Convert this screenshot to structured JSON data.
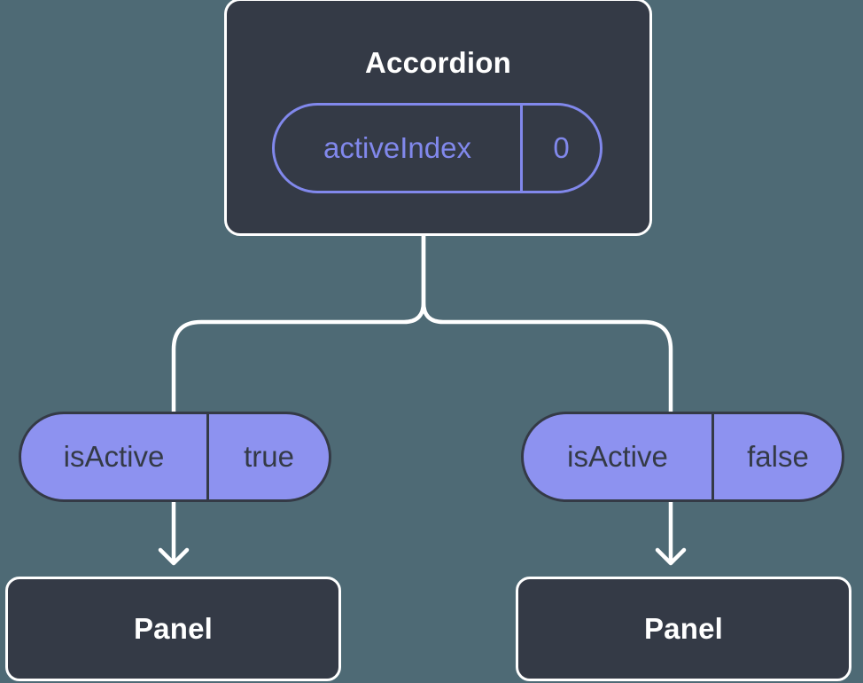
{
  "diagram": {
    "description": "Component tree diagram: Accordion with activeIndex state passing isActive props to two Panels",
    "root": {
      "title": "Accordion",
      "state": {
        "name": "activeIndex",
        "value": "0"
      }
    },
    "children": [
      {
        "prop": {
          "name": "isActive",
          "value": "true"
        },
        "title": "Panel"
      },
      {
        "prop": {
          "name": "isActive",
          "value": "false"
        },
        "title": "Panel"
      }
    ]
  },
  "colors": {
    "background": "#4E6A75",
    "node_fill": "#343A46",
    "node_border": "#FFFFFF",
    "connector": "#FFFFFF",
    "purple_accent": "#8188EC",
    "prop_pill_fill": "#8D92F0",
    "prop_pill_text": "#343A46",
    "title_text": "#FFFFFF"
  }
}
